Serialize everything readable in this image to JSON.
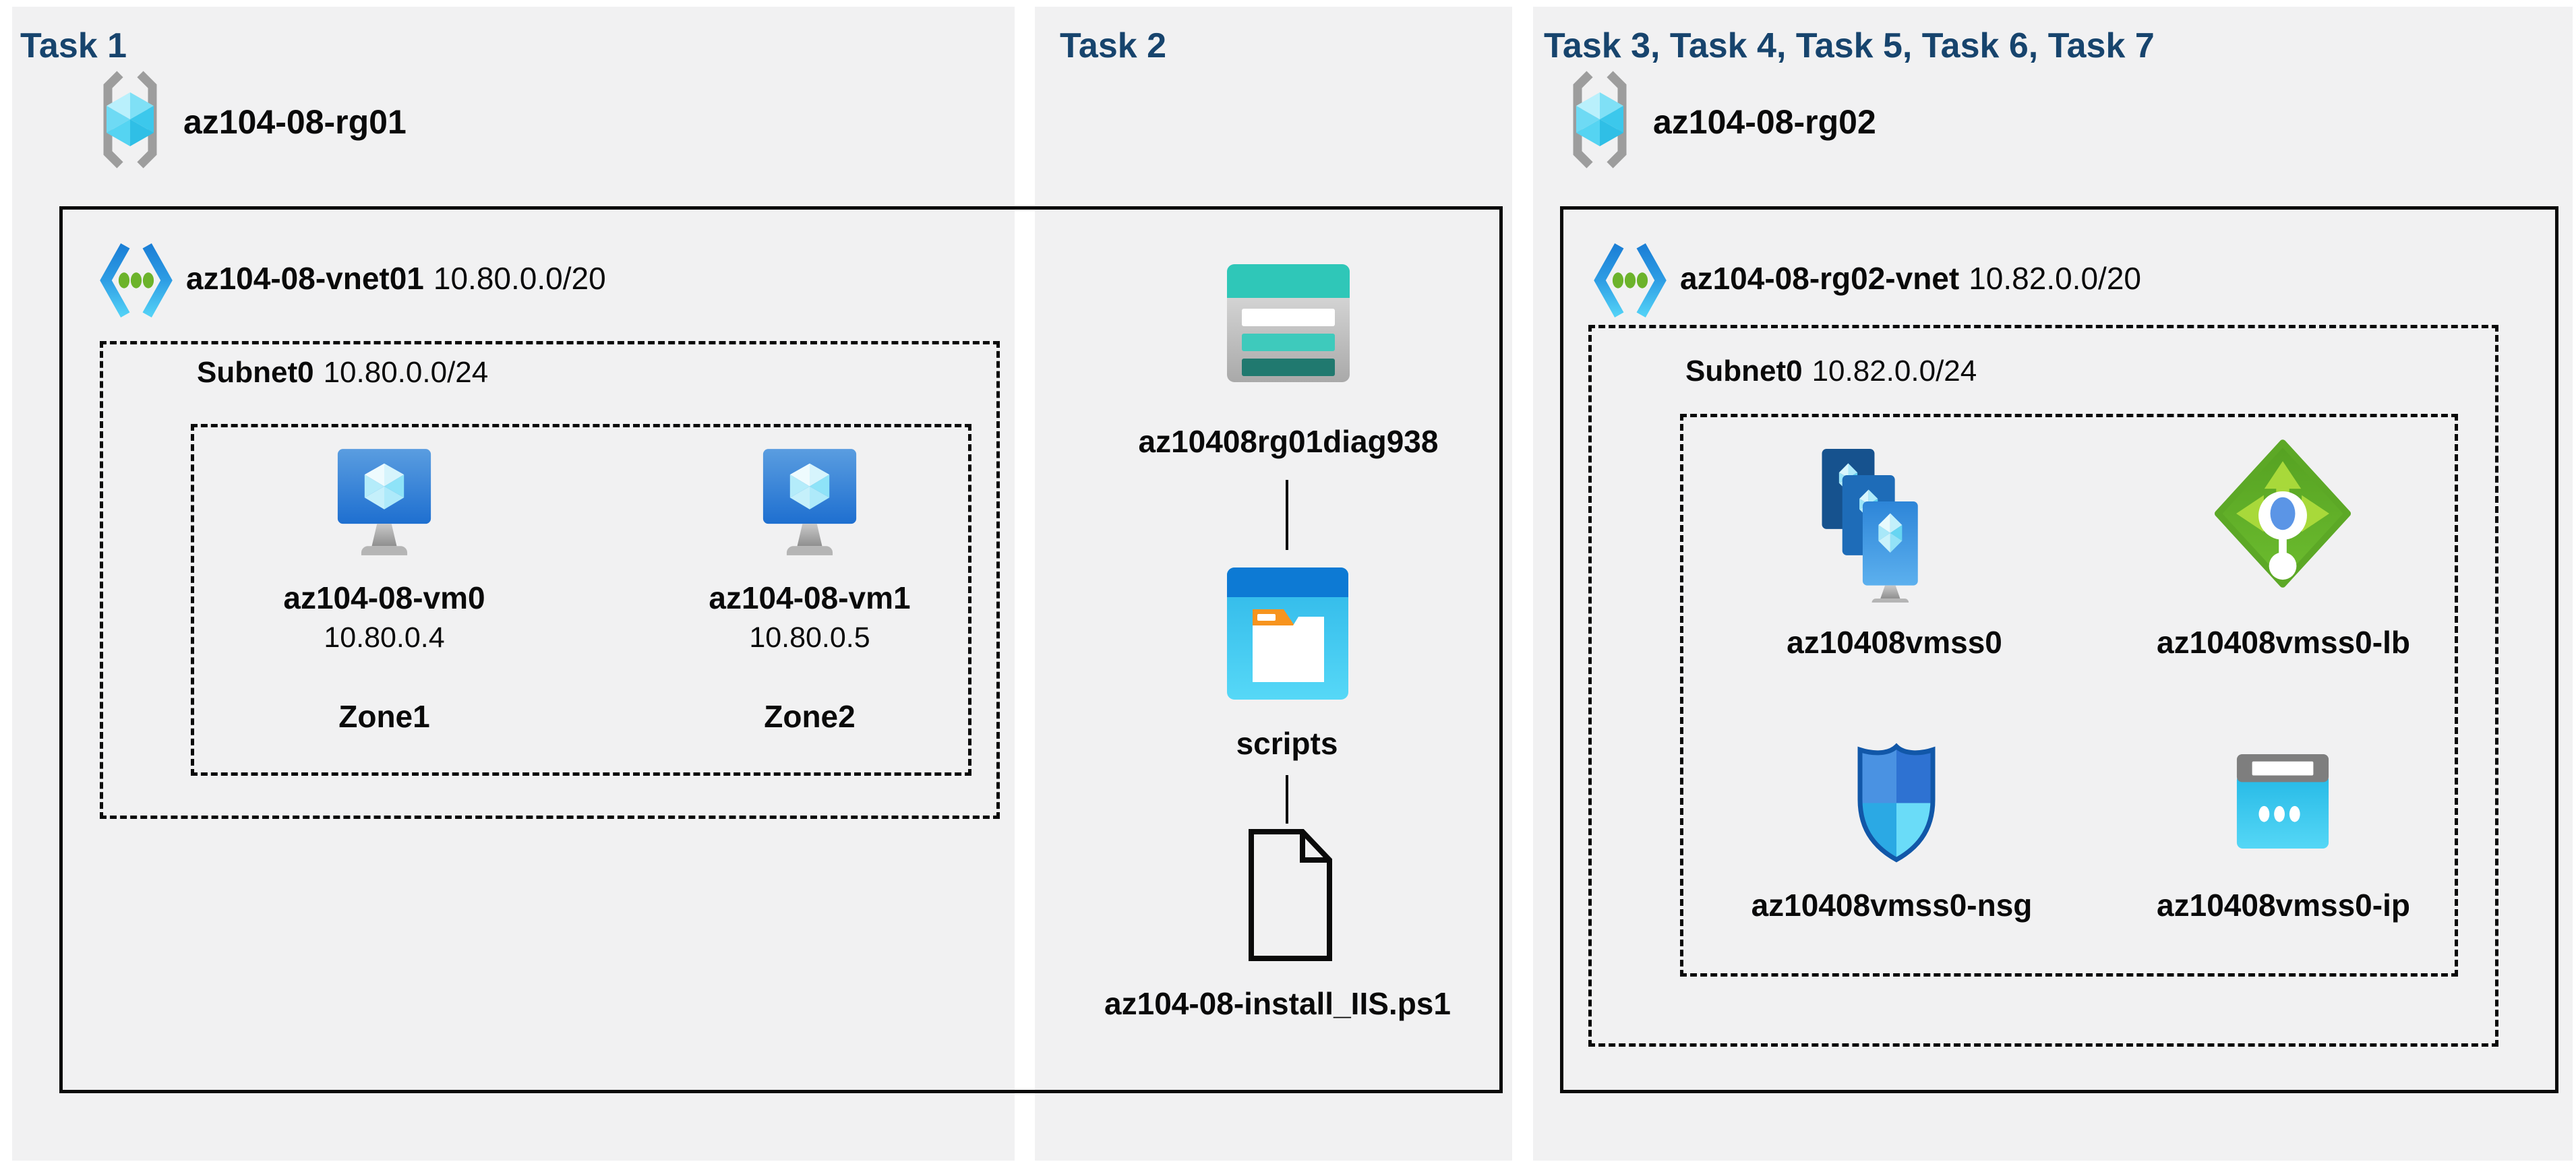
{
  "colors": {
    "page_background": "#ffffff",
    "panel_background": "#f1f1f2",
    "heading_text": "#17446d",
    "body_text": "#0a0a0a",
    "box_border": "#0a0a0a",
    "vnet_blue": "#1b82d8",
    "vnet_green": "#6cb32b",
    "storage_teal": "#2fc7b8",
    "lb_green": "#61af2a",
    "nsg_blue": "#2e72d2",
    "ip_cyan": "#35c9ef"
  },
  "panels": [
    {
      "heading": "Task 1",
      "resource_group": "az104-08-rg01",
      "vnet_name": "az104-08-vnet01",
      "vnet_cidr": "10.80.0.0/20",
      "subnet_name": "Subnet0",
      "subnet_cidr": "10.80.0.0/24",
      "vms": [
        {
          "name": "az104-08-vm0",
          "ip": "10.80.0.4",
          "zone": "Zone1"
        },
        {
          "name": "az104-08-vm1",
          "ip": "10.80.0.5",
          "zone": "Zone2"
        }
      ]
    },
    {
      "heading": "Task 2",
      "storage_account": "az10408rg01diag938",
      "container": "scripts",
      "script_file": "az104-08-install_IIS.ps1"
    },
    {
      "heading": "Task 3, Task 4, Task 5, Task 6, Task 7",
      "resource_group": "az104-08-rg02",
      "vnet_name": "az104-08-rg02-vnet",
      "vnet_cidr": "10.82.0.0/20",
      "subnet_name": "Subnet0",
      "subnet_cidr": "10.82.0.0/24",
      "resources": [
        {
          "name": "az10408vmss0",
          "type": "virtual-machine-scale-set"
        },
        {
          "name": "az10408vmss0-lb",
          "type": "load-balancer"
        },
        {
          "name": "az10408vmss0-nsg",
          "type": "network-security-group"
        },
        {
          "name": "az10408vmss0-ip",
          "type": "public-ip-address"
        }
      ]
    }
  ]
}
